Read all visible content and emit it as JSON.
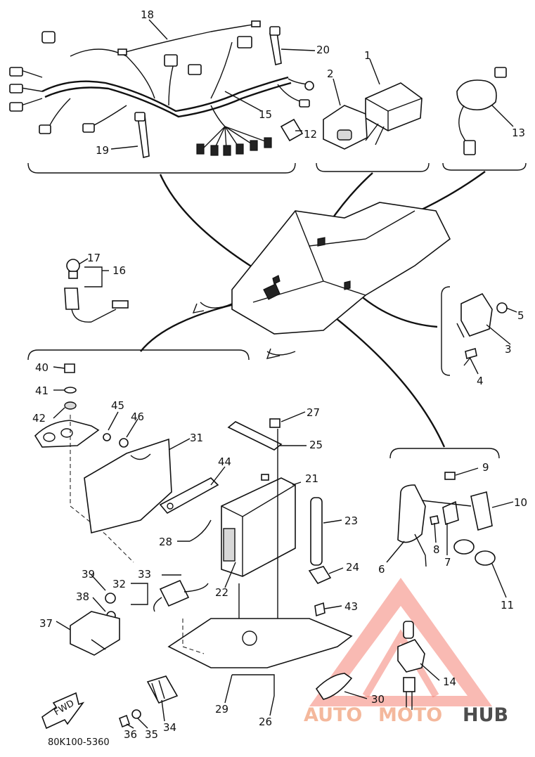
{
  "callouts": [
    {
      "label": "1"
    },
    {
      "label": "2"
    },
    {
      "label": "3"
    },
    {
      "label": "4"
    },
    {
      "label": "5"
    },
    {
      "label": "6"
    },
    {
      "label": "7"
    },
    {
      "label": "8"
    },
    {
      "label": "9"
    },
    {
      "label": "10"
    },
    {
      "label": "11"
    },
    {
      "label": "12"
    },
    {
      "label": "13"
    },
    {
      "label": "14"
    },
    {
      "label": "15"
    },
    {
      "label": "16"
    },
    {
      "label": "17"
    },
    {
      "label": "18"
    },
    {
      "label": "19"
    },
    {
      "label": "20"
    },
    {
      "label": "21"
    },
    {
      "label": "22"
    },
    {
      "label": "23"
    },
    {
      "label": "24"
    },
    {
      "label": "25"
    },
    {
      "label": "26"
    },
    {
      "label": "27"
    },
    {
      "label": "28"
    },
    {
      "label": "29"
    },
    {
      "label": "30"
    },
    {
      "label": "31"
    },
    {
      "label": "32"
    },
    {
      "label": "33"
    },
    {
      "label": "34"
    },
    {
      "label": "35"
    },
    {
      "label": "36"
    },
    {
      "label": "37"
    },
    {
      "label": "38"
    },
    {
      "label": "39"
    },
    {
      "label": "40"
    },
    {
      "label": "41"
    },
    {
      "label": "42"
    },
    {
      "label": "43"
    },
    {
      "label": "44"
    },
    {
      "label": "45"
    },
    {
      "label": "46"
    }
  ],
  "fwd_arrow_text": "FWD",
  "diagram_code": "80K100-5360",
  "watermark": {
    "part1": "AUTO",
    "part2": "MOTO",
    "part3": "HUB"
  },
  "colors": {
    "line": "#111111",
    "watermark_orange": "#f4b89c",
    "watermark_gray": "#4d4d4d",
    "watermark_triangle": "#f26b5b"
  }
}
